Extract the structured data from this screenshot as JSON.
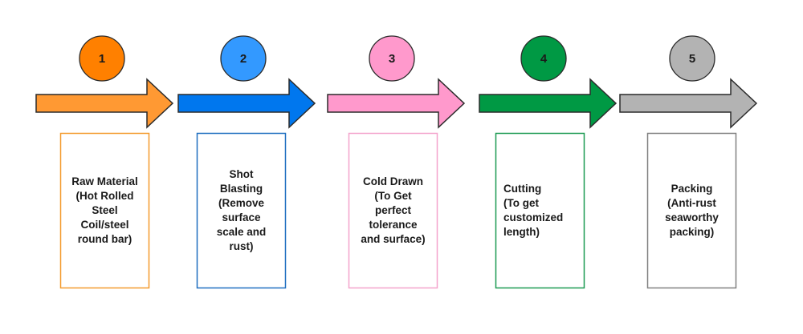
{
  "steps": [
    {
      "number": "1",
      "text": "Raw Material\n(Hot Rolled\nSteel\nCoil/steel\nround bar)",
      "color": "#f97d00",
      "fill": "#ff8000",
      "arrow": "#ff9933",
      "border": "#f49a2c"
    },
    {
      "number": "2",
      "text": "Shot\nBlasting\n(Remove\nsurface\nscale and\nrust)",
      "color": "#2a8ff0",
      "fill": "#3399ff",
      "arrow": "#0077ee",
      "border": "#1f6fc0"
    },
    {
      "number": "3",
      "text": "Cold Drawn\n(To Get\nperfect\ntolerance\nand surface)",
      "color": "#f58fc2",
      "fill": "#ff99cc",
      "arrow": "#ff99cc",
      "border": "#f4a3cc"
    },
    {
      "number": "4",
      "text": "Cutting\n(To get\ncustomized\nlength)",
      "color": "#009140",
      "fill": "#009944",
      "arrow": "#009944",
      "border": "#1c9a52"
    },
    {
      "number": "5",
      "text": "Packing\n(Anti-rust\nseaworthy\npacking)",
      "color": "#9a9a9a",
      "fill": "#b3b3b3",
      "arrow": "#b3b3b3",
      "border": "#808080"
    }
  ]
}
